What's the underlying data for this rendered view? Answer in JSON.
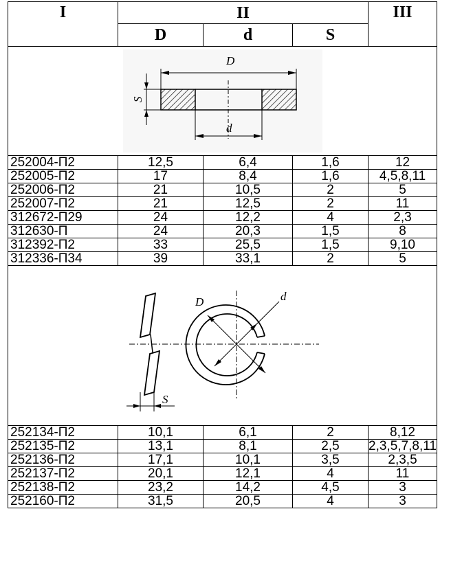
{
  "header": {
    "col1": "I",
    "col2": "II",
    "col3": "III",
    "sub_d_upper": "D",
    "sub_d_lower": "d",
    "sub_s": "S"
  },
  "figure1": {
    "label_D": "D",
    "label_d": "d",
    "label_S": "S"
  },
  "figure2": {
    "label_D": "D",
    "label_d": "d",
    "label_S": "S"
  },
  "group1": [
    {
      "code": "252004-П2",
      "D": "12,5",
      "d": "6,4",
      "S": "1,6",
      "III": "12"
    },
    {
      "code": "252005-П2",
      "D": "17",
      "d": "8,4",
      "S": "1,6",
      "III": "4,5,8,11"
    },
    {
      "code": "252006-П2",
      "D": "21",
      "d": "10,5",
      "S": "2",
      "III": "5"
    },
    {
      "code": "252007-П2",
      "D": "21",
      "d": "12,5",
      "S": "2",
      "III": "11"
    },
    {
      "code": "312672-П29",
      "D": "24",
      "d": "12,2",
      "S": "4",
      "III": "2,3"
    },
    {
      "code": "312630-П",
      "D": "24",
      "d": "20,3",
      "S": "1,5",
      "III": "8"
    },
    {
      "code": "312392-П2",
      "D": "33",
      "d": "25,5",
      "S": "1,5",
      "III": "9,10"
    },
    {
      "code": "312336-П34",
      "D": "39",
      "d": "33,1",
      "S": "2",
      "III": "5"
    }
  ],
  "group2": [
    {
      "code": "252134-П2",
      "D": "10,1",
      "d": "6,1",
      "S": "2",
      "III": "8,12"
    },
    {
      "code": "252135-П2",
      "D": "13,1",
      "d": "8,1",
      "S": "2,5",
      "III": "2,3,5,7,8,11"
    },
    {
      "code": "252136-П2",
      "D": "17,1",
      "d": "10,1",
      "S": "3,5",
      "III": "2,3,5"
    },
    {
      "code": "252137-П2",
      "D": "20,1",
      "d": "12,1",
      "S": "4",
      "III": "11"
    },
    {
      "code": "252138-П2",
      "D": "23,2",
      "d": "14,2",
      "S": "4,5",
      "III": "3"
    },
    {
      "code": "252160-П2",
      "D": "31,5",
      "d": "20,5",
      "S": "4",
      "III": "3"
    }
  ]
}
